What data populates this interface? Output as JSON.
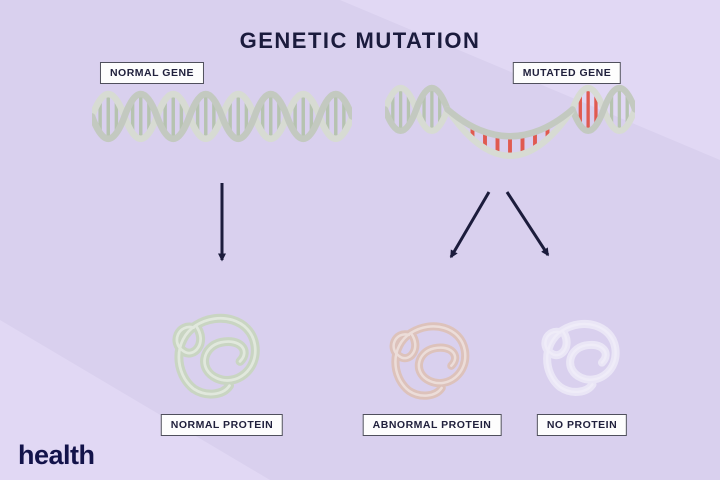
{
  "title": "GENETIC MUTATION",
  "genes": {
    "normal": {
      "label": "NORMAL GENE"
    },
    "mutated": {
      "label": "MUTATED GENE"
    }
  },
  "proteins": {
    "normal": {
      "label": "NORMAL PROTEIN"
    },
    "abnormal": {
      "label": "ABNORMAL PROTEIN"
    },
    "none": {
      "label": "NO PROTEIN"
    }
  },
  "brand": "health",
  "colors": {
    "background": "#d9d0ee",
    "background_accent": "#e1d8f4",
    "title_text": "#1b1b3d",
    "arrow": "#1c1c3c",
    "helix_strand": "#d7dbd3",
    "helix_rung": "#b6c3b0",
    "mutation_red": "#e05a50",
    "normal_protein": "#c9d5c2",
    "abnormal_protein": "#ddc2bb",
    "no_protein": "#eae6f6",
    "brand_text": "#13134a"
  }
}
